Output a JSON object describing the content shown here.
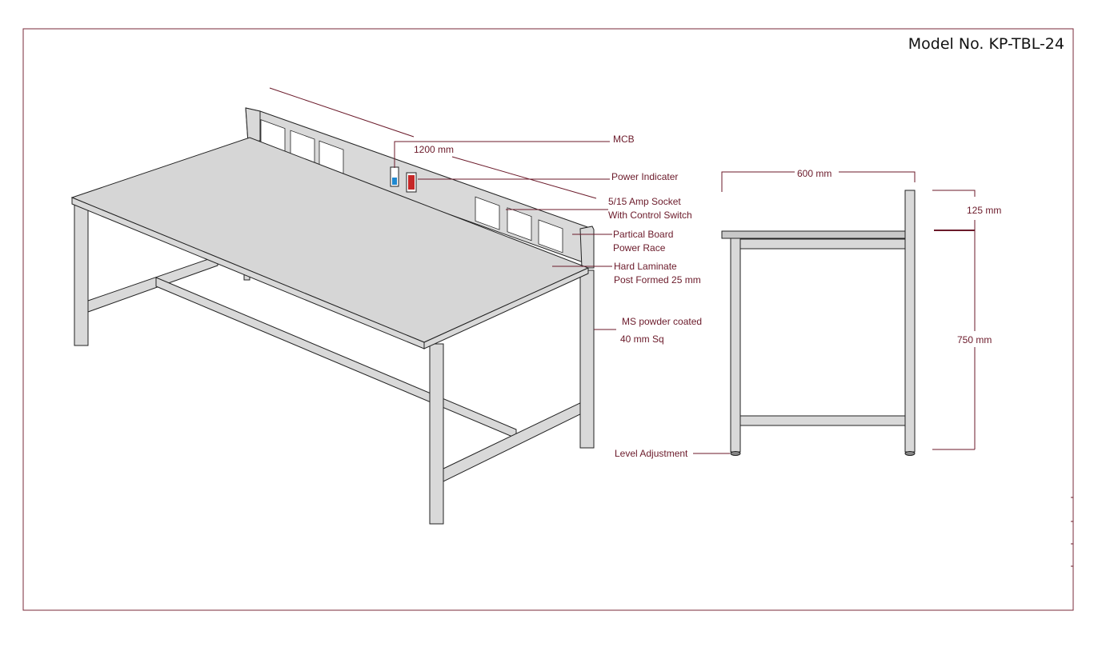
{
  "title": "Model No. KP-TBL-24",
  "labels": {
    "mcb": "MCB",
    "length": "1200 mm",
    "power_indicator": "Power Indicater",
    "socket_line1": "5/15 Amp Socket",
    "socket_line2": "With Control Switch",
    "board_line1": "Partical Board",
    "board_line2": "Power Race",
    "top_line1": "Hard Laminate",
    "top_line2": "Post Formed 25 mm",
    "frame_line1": "MS powder coated",
    "frame_line2": "40 mm Sq",
    "level": "Level Adjustment",
    "depth": "600 mm",
    "back_height": "125 mm",
    "height": "750 mm"
  },
  "colors": {
    "annotation": "#6b1a2a",
    "mcb": "#1e88d0",
    "indicator": "#c62828"
  }
}
